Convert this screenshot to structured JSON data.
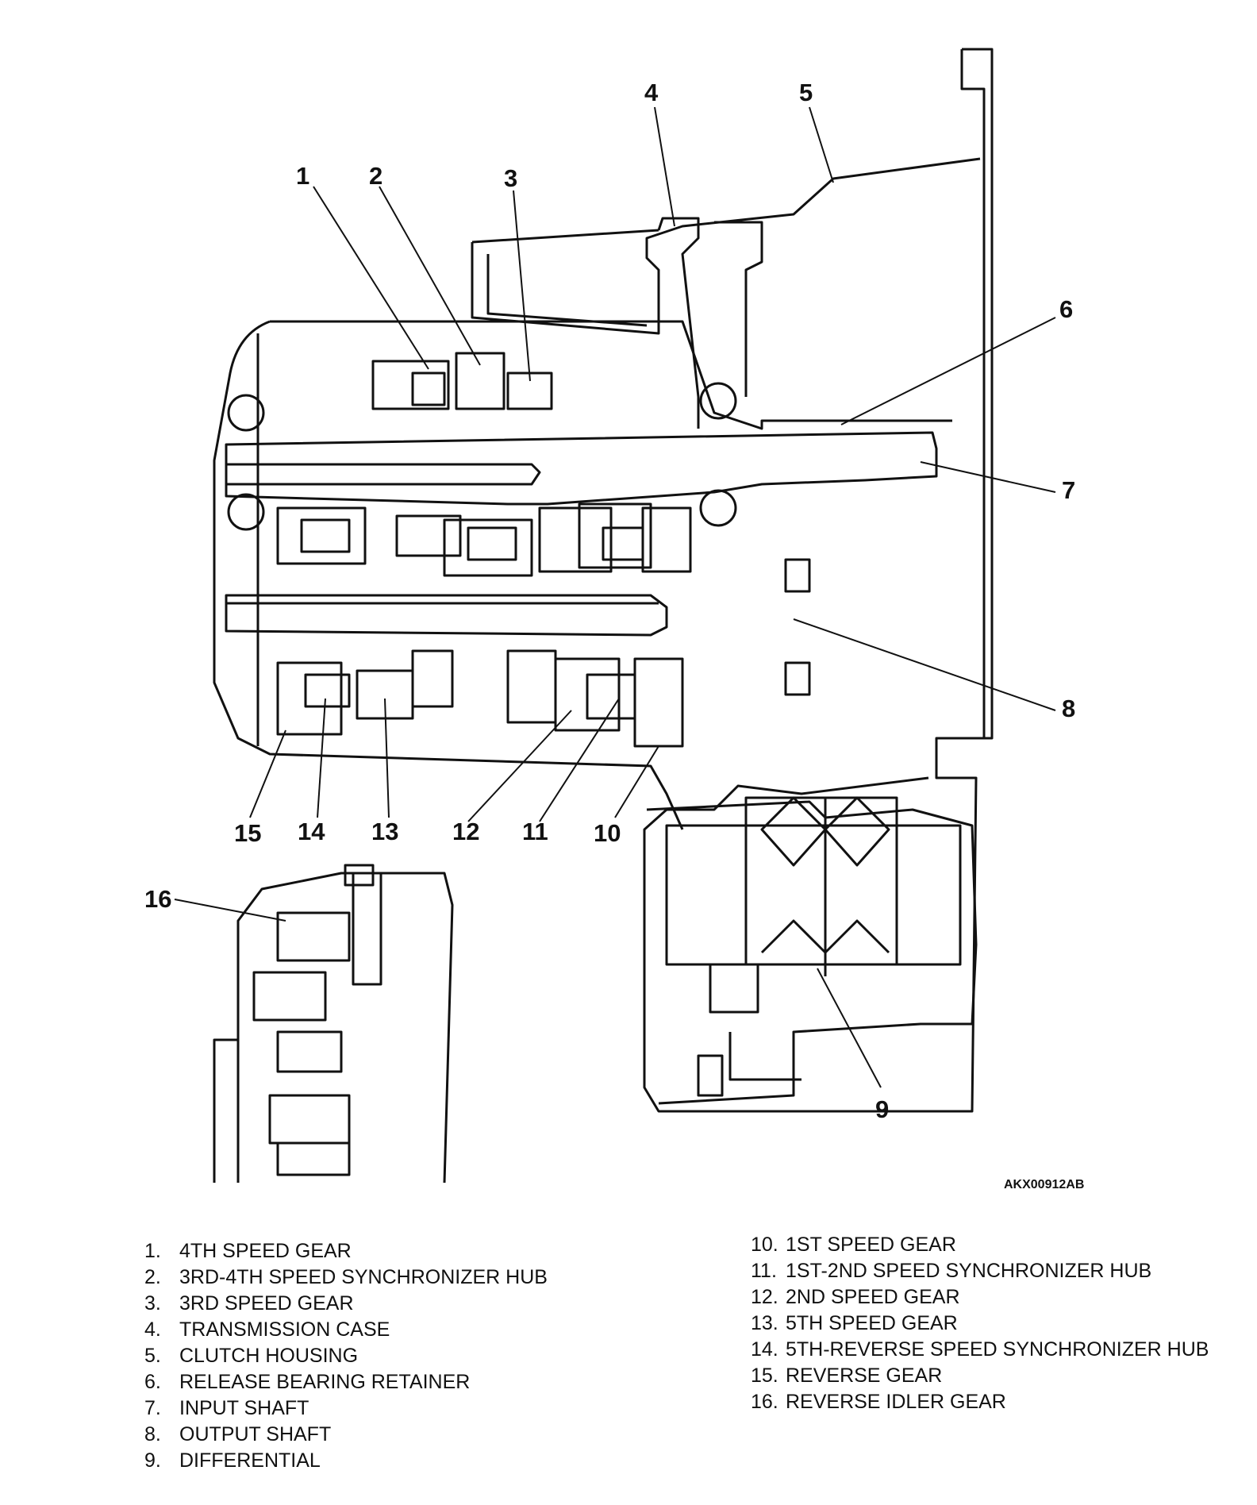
{
  "diagram": {
    "code": "AKX00912AB",
    "callouts": [
      "1",
      "2",
      "3",
      "4",
      "5",
      "6",
      "7",
      "8",
      "9",
      "10",
      "11",
      "12",
      "13",
      "14",
      "15",
      "16"
    ]
  },
  "legend_left": [
    {
      "num": "1.",
      "label": "4TH SPEED GEAR"
    },
    {
      "num": "2.",
      "label": "3RD-4TH SPEED SYNCHRONIZER HUB"
    },
    {
      "num": "3.",
      "label": "3RD SPEED GEAR"
    },
    {
      "num": "4.",
      "label": "TRANSMISSION CASE"
    },
    {
      "num": "5.",
      "label": "CLUTCH HOUSING"
    },
    {
      "num": "6.",
      "label": "RELEASE BEARING RETAINER"
    },
    {
      "num": "7.",
      "label": "INPUT SHAFT"
    },
    {
      "num": "8.",
      "label": "OUTPUT SHAFT"
    },
    {
      "num": "9.",
      "label": "DIFFERENTIAL"
    }
  ],
  "legend_right": [
    {
      "num": "10.",
      "label": "1ST SPEED GEAR"
    },
    {
      "num": "11.",
      "label": "1ST-2ND SPEED SYNCHRONIZER HUB"
    },
    {
      "num": "12.",
      "label": "2ND SPEED GEAR"
    },
    {
      "num": "13.",
      "label": "5TH SPEED GEAR"
    },
    {
      "num": "14.",
      "label": "5TH-REVERSE SPEED SYNCHRONIZER HUB"
    },
    {
      "num": "15.",
      "label": "REVERSE GEAR"
    },
    {
      "num": "16.",
      "label": "REVERSE IDLER GEAR"
    }
  ]
}
